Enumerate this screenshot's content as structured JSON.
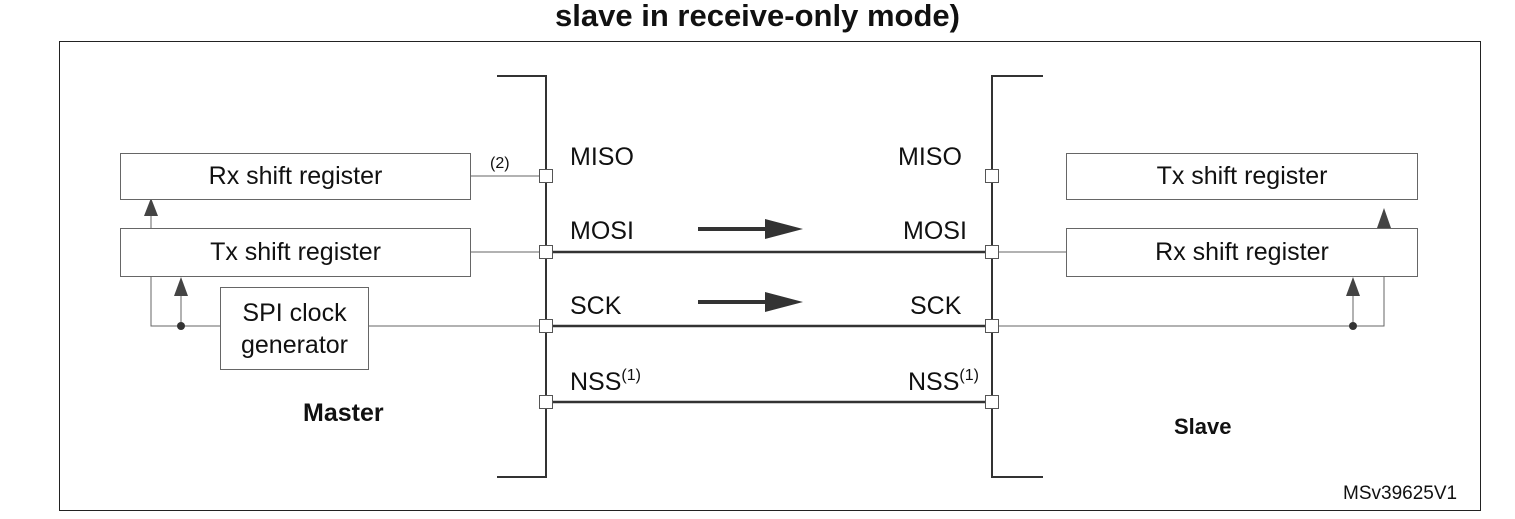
{
  "title": "slave in receive-only mode)",
  "master": {
    "label": "Master",
    "rx_register": "Rx shift register",
    "tx_register": "Tx shift register",
    "clock_generator_line1": "SPI clock",
    "clock_generator_line2": "generator",
    "note_2": "(2)"
  },
  "slave": {
    "label": "Slave",
    "tx_register": "Tx shift register",
    "rx_register": "Rx shift register"
  },
  "pins": {
    "miso": "MISO",
    "mosi": "MOSI",
    "sck": "SCK",
    "nss": "NSS",
    "nss_note": "(1)"
  },
  "reference_code": "MSv39625V1",
  "colors": {
    "line": "#555555",
    "arrow": "#333333"
  }
}
